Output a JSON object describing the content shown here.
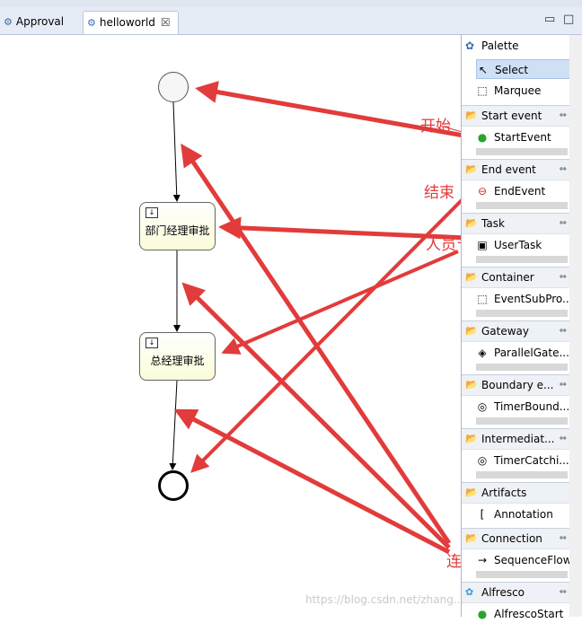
{
  "tabs": [
    {
      "label": "Approval",
      "icon": "process-icon"
    },
    {
      "label": "helloworld",
      "icon": "diagram-icon",
      "close": "☒"
    }
  ],
  "diagram": {
    "tasks": [
      "部门经理审批",
      "总经理审批"
    ]
  },
  "annotations": {
    "start": "开始",
    "end": "结束",
    "task": "人员节点",
    "connection": "连线"
  },
  "palette": {
    "title": "Palette",
    "tools": [
      "Select",
      "Marquee"
    ],
    "drawers": [
      {
        "title": "Start event",
        "item": "StartEvent"
      },
      {
        "title": "End event",
        "item": "EndEvent"
      },
      {
        "title": "Task",
        "item": "UserTask"
      },
      {
        "title": "Container",
        "item": "EventSubPro..."
      },
      {
        "title": "Gateway",
        "item": "ParallelGate..."
      },
      {
        "title": "Boundary e...",
        "item": "TimerBound..."
      },
      {
        "title": "Intermediat...",
        "item": "TimerCatchi..."
      },
      {
        "title": "Artifacts",
        "item": "Annotation"
      },
      {
        "title": "Connection",
        "item": "SequenceFlow"
      },
      {
        "title": "Alfresco",
        "item": "AlfrescoStart"
      }
    ]
  },
  "watermark": "https://blog.csdn.net/zhang...",
  "colors": {
    "annotation": "#e23b3b",
    "accent": "#3a6db5"
  }
}
